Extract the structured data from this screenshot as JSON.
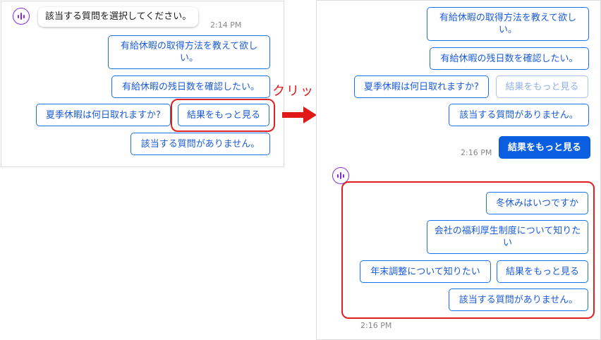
{
  "colors": {
    "accent": "#1a73e8",
    "selected": "#0b5ee0",
    "highlight": "#e02020",
    "avatar": "#8a2be2"
  },
  "left": {
    "bot_message": "該当する質問を選択してください。",
    "time": "2:14 PM",
    "buttons": {
      "paid_leave_how": "有給休暇の取得方法を教えて欲しい。",
      "paid_leave_remaining": "有給休暇の残日数を確認したい。",
      "summer_leave": "夏季休暇は何日取れますか?",
      "more_results": "結果をもっと見る",
      "no_match": "該当する質問がありません。"
    }
  },
  "annotation": {
    "click_label": "クリック"
  },
  "right": {
    "buttons": {
      "paid_leave_how": "有給休暇の取得方法を教えて欲しい。",
      "paid_leave_remaining": "有給休暇の残日数を確認したい。",
      "summer_leave": "夏季休暇は何日取れますか?",
      "more_results_disabled": "結果をもっと見る",
      "no_match": "該当する質問がありません。"
    },
    "user_message_time": "2:16 PM",
    "user_message": "結果をもっと見る",
    "new_buttons": {
      "winter_leave": "冬休みはいつですか",
      "welfare": "会社の福利厚生制度について知りたい",
      "year_end": "年末調整について知りたい",
      "more_results": "結果をもっと見る",
      "no_match": "該当する質問がありません。"
    },
    "bottom_time": "2:16 PM"
  }
}
